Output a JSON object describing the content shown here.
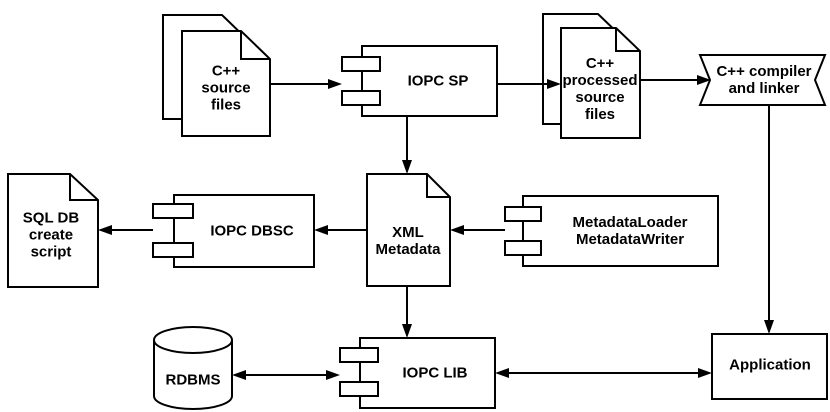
{
  "nodes": {
    "cpp_source": {
      "lines": [
        "C++",
        "source",
        "files"
      ]
    },
    "iopc_sp": {
      "lines": [
        "IOPC SP"
      ]
    },
    "cpp_processed": {
      "lines": [
        "C++",
        "processed",
        "source",
        "files"
      ]
    },
    "compiler": {
      "lines": [
        "C++ compiler",
        "and linker"
      ]
    },
    "sql_script": {
      "lines": [
        "SQL DB",
        "create",
        "script"
      ]
    },
    "iopc_dbsc": {
      "lines": [
        "IOPC DBSC"
      ]
    },
    "xml_metadata": {
      "lines": [
        "XML",
        "Metadata"
      ]
    },
    "metadata_tools": {
      "lines": [
        "MetadataLoader",
        "MetadataWriter"
      ]
    },
    "rdbms": {
      "lines": [
        "RDBMS"
      ]
    },
    "iopc_lib": {
      "lines": [
        "IOPC LIB"
      ]
    },
    "application": {
      "lines": [
        "Application"
      ]
    }
  },
  "edges": [
    {
      "from": "cpp_source",
      "to": "iopc_sp",
      "style": "single-arrow"
    },
    {
      "from": "iopc_sp",
      "to": "cpp_processed",
      "style": "single-arrow"
    },
    {
      "from": "cpp_processed",
      "to": "compiler",
      "style": "single-arrow"
    },
    {
      "from": "compiler",
      "to": "application",
      "style": "single-arrow"
    },
    {
      "from": "iopc_sp",
      "to": "xml_metadata",
      "style": "single-arrow"
    },
    {
      "from": "xml_metadata",
      "to": "iopc_dbsc",
      "style": "single-arrow"
    },
    {
      "from": "iopc_dbsc",
      "to": "sql_script",
      "style": "single-arrow"
    },
    {
      "from": "metadata_tools",
      "to": "xml_metadata",
      "style": "single-arrow"
    },
    {
      "from": "xml_metadata",
      "to": "iopc_lib",
      "style": "single-arrow"
    },
    {
      "from": "iopc_lib",
      "to": "rdbms",
      "style": "double-arrow"
    },
    {
      "from": "iopc_lib",
      "to": "application",
      "style": "double-arrow"
    }
  ]
}
